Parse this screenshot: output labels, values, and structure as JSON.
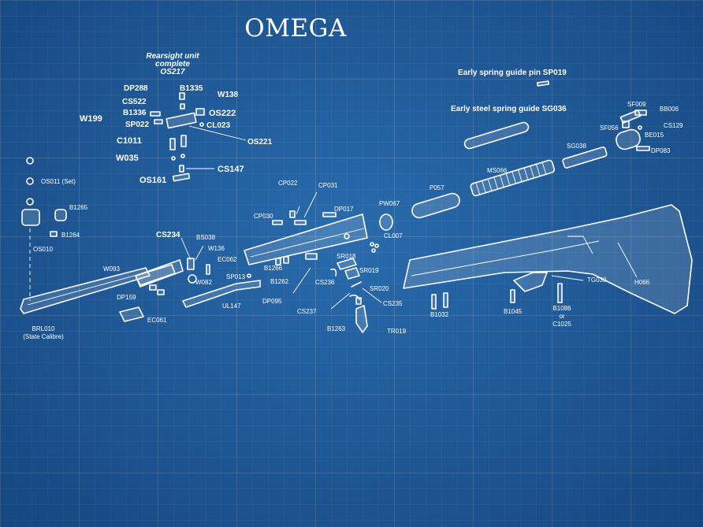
{
  "title": "OMEGA",
  "notes": {
    "rearsight": [
      "Rearsight unit",
      "complete",
      "OS217"
    ],
    "early_pin": "Early spring guide pin SP019",
    "early_guide": "Early steel spring guide SG036"
  },
  "labels": {
    "DP288": "DP288",
    "B1335": "B1335",
    "W138": "W138",
    "CS522": "CS522",
    "B1336": "B1336",
    "OS222": "OS222",
    "W199": "W199",
    "SP022": "SP022",
    "CL023": "CL023",
    "C1011": "C1011",
    "OS221": "OS221",
    "W035": "W035",
    "CS147": "CS147",
    "OS161": "OS161",
    "OS011": "OS011 (Set)",
    "B1265": "B1265",
    "B1264": "B1264",
    "OS010": "OS010",
    "CS234": "CS234",
    "BS038": "BS038",
    "W136": "W136",
    "EC062": "EC062",
    "W093": "W093",
    "W082": "W082",
    "SP013": "SP013",
    "DP159": "DP159",
    "UL147": "UL147",
    "EC061": "EC061",
    "BRL010": "BRL010",
    "BRL010b": "(State Calibre)",
    "CP022": "CP022",
    "CP031": "CP031",
    "CP030": "CP030",
    "DP017": "DP017",
    "PW067": "PW067",
    "CL007": "CL007",
    "B1266": "B1266",
    "B1262": "B1262",
    "SR018": "SR018",
    "SR019": "SR019",
    "CS236": "CS236",
    "DP095": "DP095",
    "SR020": "SR020",
    "CS237": "CS237",
    "CS235": "CS235",
    "B1263": "B1263",
    "TR019": "TR019",
    "P057": "P057",
    "MS066": "MS066",
    "SG038": "SG038",
    "SF009": "SF009",
    "BB006": "BB006",
    "SF056": "SF056",
    "CS129": "CS129",
    "BE015": "BE015",
    "DP083": "DP083",
    "TG030": "TG030",
    "H066": "H066",
    "B1032": "B1032",
    "B1045": "B1045",
    "B1086": "B1086",
    "or": "or",
    "C1025": "C1025"
  },
  "colors": {
    "background": "#1f5f9e",
    "line": "#ffffff"
  }
}
